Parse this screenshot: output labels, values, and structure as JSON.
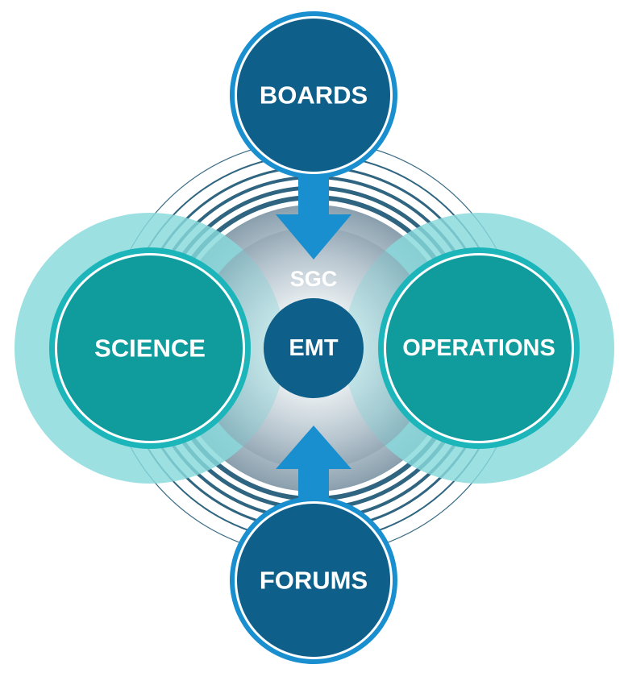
{
  "colors": {
    "dark_blue": "#0e5f8a",
    "medium_blue": "#1a8fcf",
    "teal": "#109b9c",
    "teal_ring": "#1cb5b9",
    "light_teal_halo": "#88d9dc",
    "ring_lines": "#3a6d86",
    "center_glow_inner": "#ffffff",
    "center_glow_outer": "#8a9fad"
  },
  "nodes": {
    "top": "BOARDS",
    "left": "SCIENCE",
    "right": "OPERATIONS",
    "bottom": "FORUMS",
    "center_inner": "EMT",
    "center_outer": "SGC"
  },
  "arrows": [
    {
      "from": "BOARDS",
      "to": "SGC",
      "direction": "down"
    },
    {
      "from": "FORUMS",
      "to": "SGC",
      "direction": "up"
    }
  ]
}
